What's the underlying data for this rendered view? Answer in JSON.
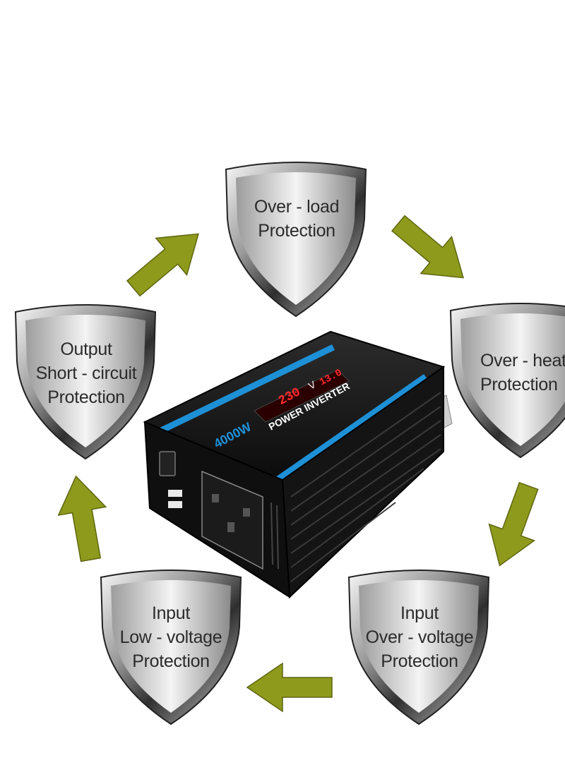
{
  "shields": [
    {
      "id": "overload",
      "lines": [
        "Over - load",
        "Protection"
      ]
    },
    {
      "id": "overheat",
      "lines": [
        "Over - heat",
        "Protection"
      ]
    },
    {
      "id": "input-overvoltage",
      "lines": [
        "Input",
        "Over - voltage",
        "Protection"
      ]
    },
    {
      "id": "input-lowvoltage",
      "lines": [
        "Input",
        "Low - voltage",
        "Protection"
      ]
    },
    {
      "id": "output-shortcircuit",
      "lines": [
        "Output",
        "Short - circuit",
        "Protection"
      ]
    }
  ],
  "inverter": {
    "title": "POWER INVERTER",
    "power": "4000W",
    "display_voltage": "230",
    "display_unit": "V",
    "display_secondary": "13.0"
  },
  "colors": {
    "arrow": "#8e9a1c",
    "shield_dark": "#3a3a3a",
    "shield_light": "#f2f2f2",
    "inverter_body": "#1a1a1a",
    "inverter_stripe": "#1e90d6",
    "display_red": "#ff2a2a"
  }
}
